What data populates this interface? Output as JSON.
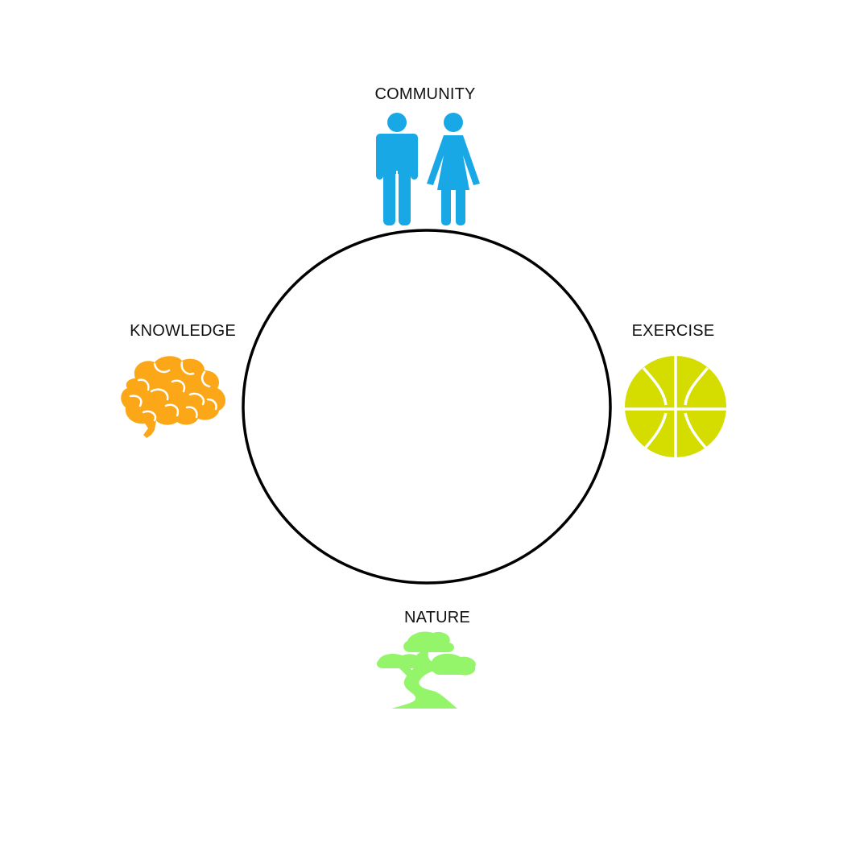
{
  "diagram": {
    "nodes": [
      {
        "id": "community",
        "label": "COMMUNITY",
        "icon": "man-woman-icon",
        "color": "#19a8e6"
      },
      {
        "id": "knowledge",
        "label": "KNOWLEDGE",
        "icon": "brain-icon",
        "color": "#fba717"
      },
      {
        "id": "exercise",
        "label": "EXERCISE",
        "icon": "basketball-icon",
        "color": "#d4dc00"
      },
      {
        "id": "nature",
        "label": "NATURE",
        "icon": "bonsai-tree-icon",
        "color": "#94f56a"
      }
    ],
    "ring_color": "#000000"
  }
}
